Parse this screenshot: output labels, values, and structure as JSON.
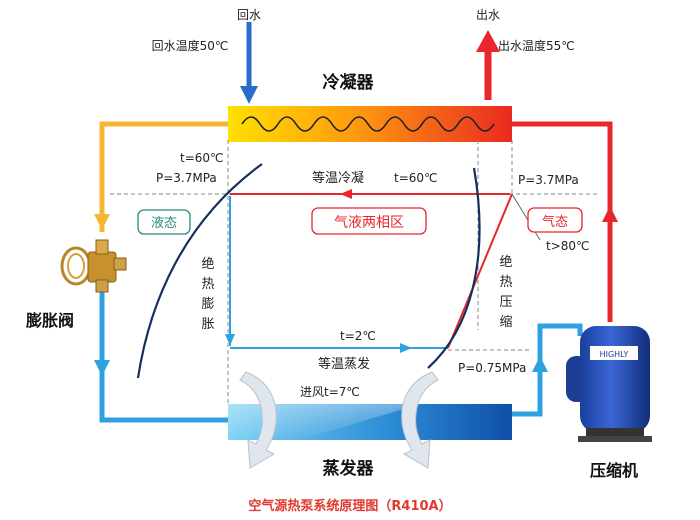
{
  "labels": {
    "return_water": "回水",
    "return_temp": "回水温度50℃",
    "outlet_water": "出水",
    "outlet_temp": "出水温度55℃",
    "condenser": "冷凝器",
    "evaporator": "蒸发器",
    "expansion_valve": "膨胀阀",
    "compressor": "压缩机",
    "left_t": "t=60℃",
    "left_p": "P=3.7MPa",
    "right_p_high": "P=3.7MPa",
    "isothermal_condensation": "等温冷凝",
    "condense_t": "t=60℃",
    "liquid_state": "液态",
    "two_phase": "气液两相区",
    "gas_state": "气态",
    "superheat_t": "t>80℃",
    "adiabatic_expansion": [
      "绝",
      "热",
      "膨",
      "胀"
    ],
    "adiabatic_compression": [
      "绝",
      "热",
      "压",
      "缩"
    ],
    "evap_t": "t=2℃",
    "isothermal_evaporation": "等温蒸发",
    "low_p": "P=0.75MPa",
    "inlet_air": "进风t=7℃",
    "compressor_brand": "HIGHLY",
    "caption": "空气源热泵系统原理图（R410A）"
  },
  "colors": {
    "hot_pipe": "#e8262b",
    "warm_pipe": "#f5b731",
    "cold_pipe": "#2f9fe0",
    "blue_arrow": "#2a6cc9",
    "navy_curve": "#15305c",
    "liquid_green": "#2a8a7a",
    "caption_red": "#e0392f"
  }
}
